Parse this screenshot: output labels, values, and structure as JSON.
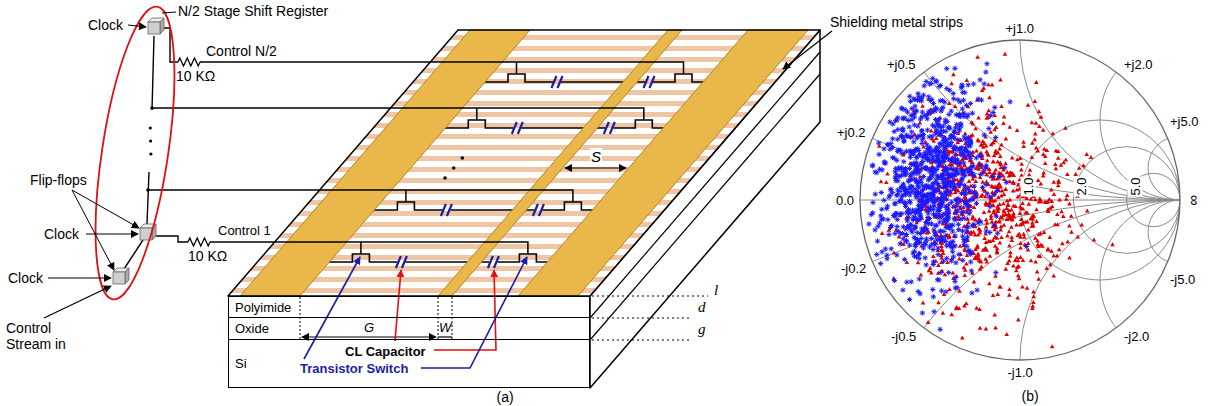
{
  "diagram": {
    "nodes": [
      {
        "text": [
          "Polyimide"
        ]
      },
      {
        "text": [
          "Oxide"
        ]
      },
      {
        "text": [
          "Si"
        ]
      }
    ],
    "labels": [
      "N/2 Stage Shift Register",
      "Clock",
      "Clock",
      "Clock",
      "Flip-flops",
      "Control Stream in",
      "10 KΩ",
      "Control N/2",
      "10 KΩ",
      "Control 1",
      "Shielding metal strips",
      "S",
      "d",
      "l",
      "g",
      "G",
      "W",
      "CL Capacitor",
      "Transistor Switch",
      "(a)",
      "+j1.0",
      "+j0.5",
      "+j2.0",
      "+j0.2",
      "+j5.0",
      "0.0",
      "1.0",
      "2.0",
      "5.0",
      "∞",
      "-j0.2",
      "-j5.0",
      "-j0.5",
      "-j2.0",
      "-j1.0",
      "(b)"
    ]
  }
}
